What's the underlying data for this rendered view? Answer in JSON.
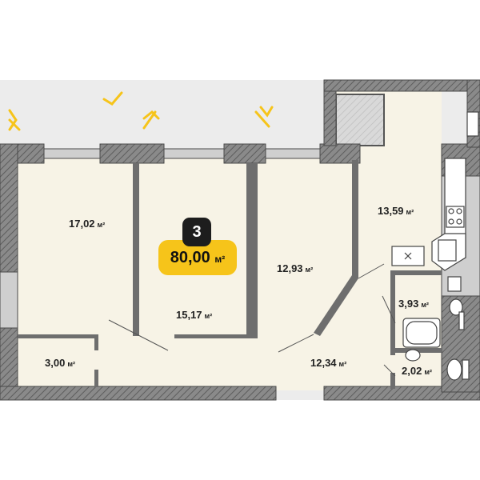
{
  "apartment": {
    "rooms": "3",
    "total_area": "80,00",
    "unit": "м²"
  },
  "room_areas": [
    {
      "id": "room-1",
      "value": "17,02"
    },
    {
      "id": "room-2",
      "value": "15,17"
    },
    {
      "id": "room-3",
      "value": "12,93"
    },
    {
      "id": "kitchen",
      "value": "13,59"
    },
    {
      "id": "bathroom",
      "value": "3,93"
    },
    {
      "id": "toilet",
      "value": "2,02"
    },
    {
      "id": "hallway",
      "value": "12,34"
    },
    {
      "id": "storage",
      "value": "3,00"
    }
  ],
  "colors": {
    "floor": "#f7f3e6",
    "wall": "#6e6e6e",
    "accent": "#f6c41a",
    "dark": "#1d1d1d"
  },
  "icons": [
    "sun-ray-icon",
    "bathtub-icon",
    "toilet-icon",
    "sink-icon",
    "stove-icon"
  ]
}
